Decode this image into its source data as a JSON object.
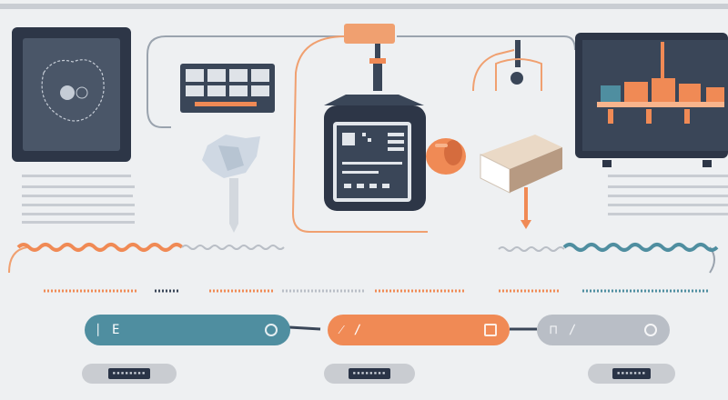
{
  "palette": {
    "background": "#eef0f2",
    "navy": "#3a4658",
    "dark_screen": "#2d3647",
    "orange": "#f08a55",
    "teal": "#4f8ea0",
    "gray": "#b9bec6",
    "light_line": "#c5cad1"
  },
  "icons": {
    "left_monitor": "monitor-with-sketch-icon",
    "control_panel": "control-panel-icon",
    "central_device": "tablet-device-icon",
    "right_monitor": "monitor-with-machines-icon",
    "crumpled_paper": "crumpled-paper-icon",
    "orange_ball": "orange-sphere-icon",
    "book": "book-icon",
    "hook": "crane-hook-icon"
  },
  "pills": [
    {
      "color": "teal",
      "glyph": "⎸E"
    },
    {
      "color": "orange",
      "glyph": "⁄ ∕"
    },
    {
      "color": "gray",
      "glyph": "⊓ ∕"
    }
  ],
  "tags": [
    {
      "label": "▪▪▪▪▪▪▪▪"
    },
    {
      "label": "▪▪▪▪▪▪▪▪"
    },
    {
      "label": "▪▪▪▪▪▪▪"
    }
  ]
}
